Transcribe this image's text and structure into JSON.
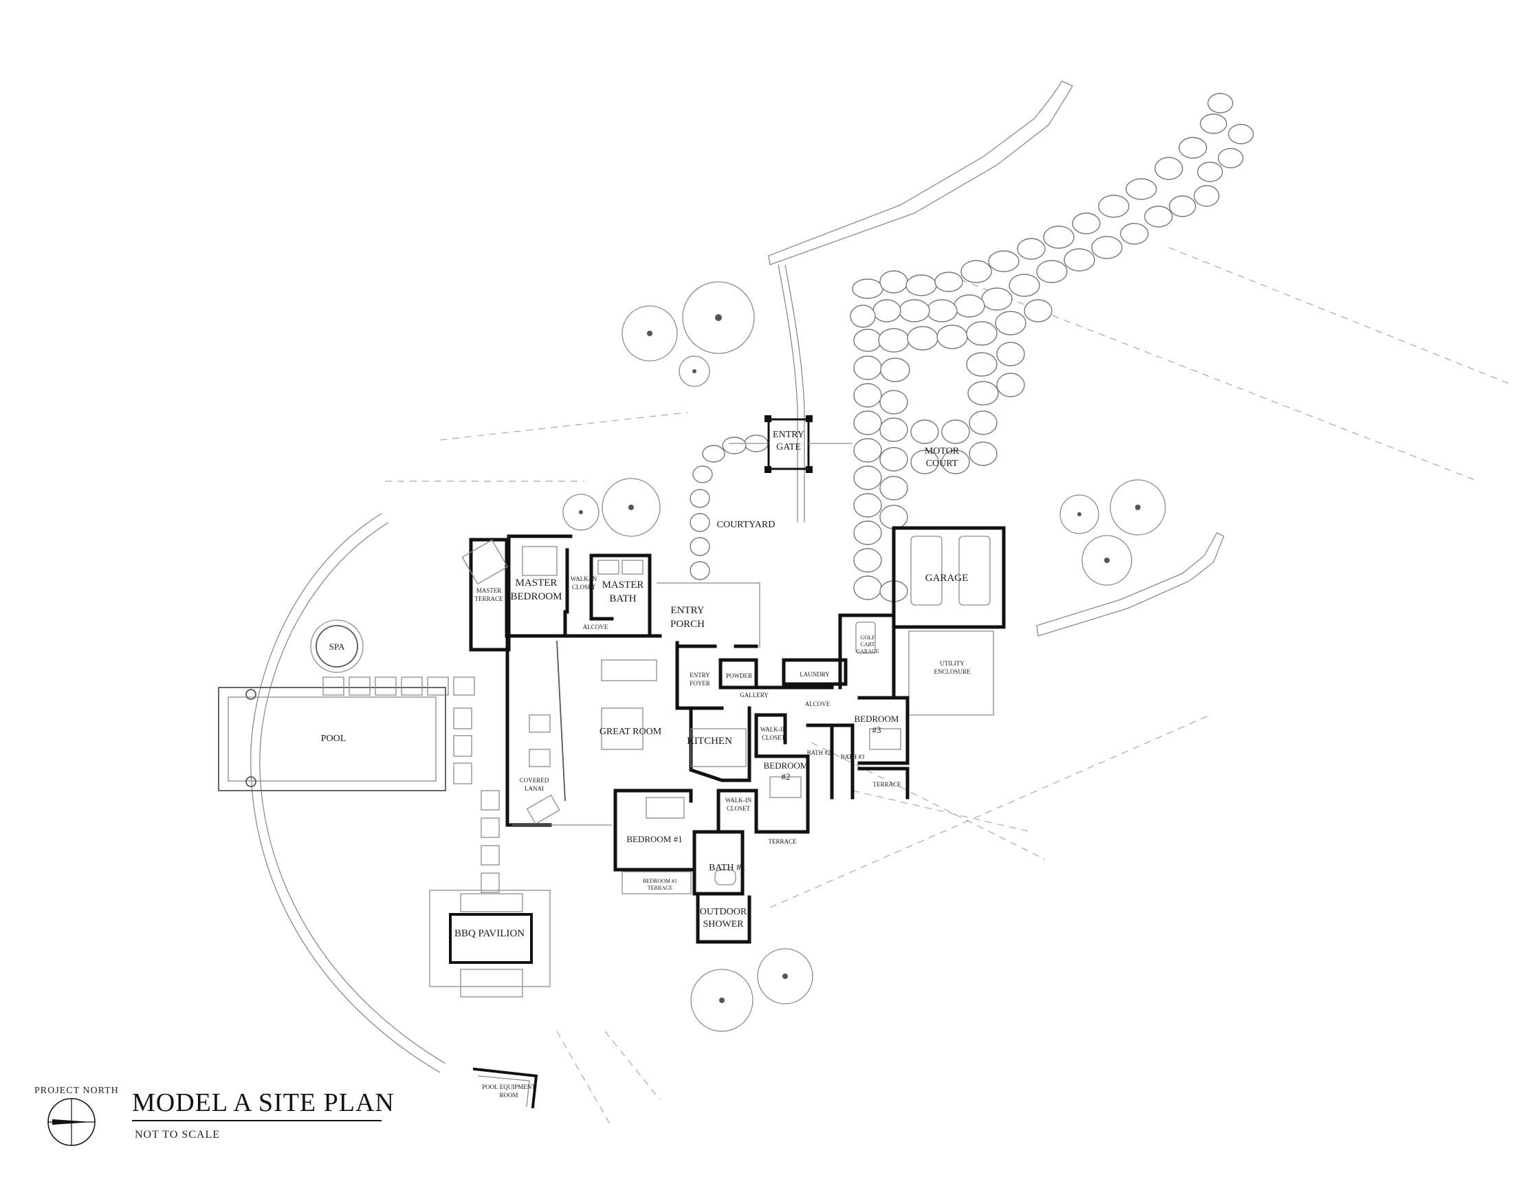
{
  "drawing": {
    "title": "MODEL A SITE PLAN",
    "subtitle": "NOT TO SCALE",
    "north_label": "PROJECT NORTH",
    "north_symbol_icon": "north-arrow-icon"
  },
  "rooms": {
    "entry_gate_1": "ENTRY",
    "entry_gate_2": "GATE",
    "motor_court_1": "MOTOR",
    "motor_court_2": "COURT",
    "courtyard": "COURTYARD",
    "garage": "GARAGE",
    "master_terrace_1": "MASTER",
    "master_terrace_2": "TERRACE",
    "master_bedroom_1": "MASTER",
    "master_bedroom_2": "BEDROOM",
    "walkin_closet_master_1": "WALK-IN",
    "walkin_closet_master_2": "CLOSET",
    "master_bath_1": "MASTER",
    "master_bath_2": "BATH",
    "alcove_master": "ALCOVE",
    "entry_porch_1": "ENTRY",
    "entry_porch_2": "PORCH",
    "spa": "SPA",
    "pool": "POOL",
    "golf_cart_1": "GOLF",
    "golf_cart_2": "CART",
    "golf_cart_3": "GARAGE",
    "utility_1": "UTILITY",
    "utility_2": "ENCLOSURE",
    "entry_foyer_1": "ENTRY",
    "entry_foyer_2": "FOYER",
    "powder": "POWDER",
    "laundry": "LAUNDRY",
    "gallery": "GALLERY",
    "alcove_bed": "ALCOVE",
    "great_room": "GREAT ROOM",
    "kitchen": "KITCHEN",
    "walkin_closet_2_1": "WALK-IN",
    "walkin_closet_2_2": "CLOSET",
    "bedroom3_1": "BEDROOM",
    "bedroom3_2": "#3",
    "bath2": "BATH #2",
    "bath3": "BATH #3",
    "bedroom2_1": "BEDROOM",
    "bedroom2_2": "#2",
    "terrace3": "TERRACE",
    "covered_lanai_1": "COVERED",
    "covered_lanai_2": "LANAI",
    "walkin_closet_1_1": "WALK-IN",
    "walkin_closet_1_2": "CLOSET",
    "terrace2": "TERRACE",
    "bedroom1": "BEDROOM #1",
    "bath1": "BATH #1",
    "bedroom1_terrace_1": "BEDROOM #1",
    "bedroom1_terrace_2": "TERRACE",
    "outdoor_shower_1": "OUTDOOR",
    "outdoor_shower_2": "SHOWER",
    "bbq_pavilion": "BBQ PAVILION",
    "pool_equipment_1": "POOL EQUIPMENT",
    "pool_equipment_2": "ROOM"
  }
}
